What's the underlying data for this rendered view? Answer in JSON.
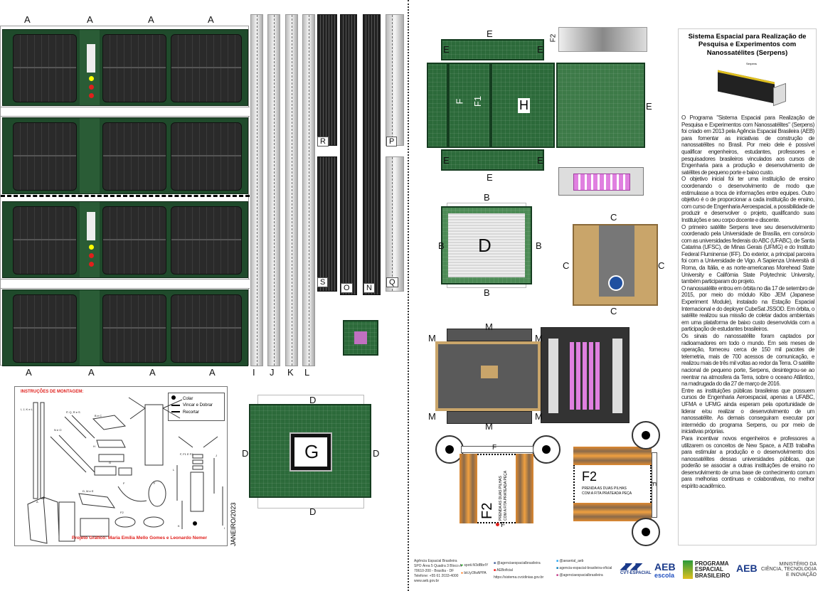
{
  "sheet": {
    "top_tabs": [
      "A",
      "A",
      "A",
      "A"
    ],
    "bottom_tabs": [
      "A",
      "A",
      "A",
      "A"
    ],
    "strip_labels": [
      "I",
      "J",
      "K",
      "L"
    ],
    "dark_labels": {
      "R": "R",
      "S": "S",
      "O": "O",
      "N": "N",
      "P": "P",
      "Q": "Q"
    },
    "side_labels": {
      "L": "L",
      "K": "K",
      "J": "J"
    }
  },
  "parts": {
    "E": "E",
    "F": "F",
    "F1": "F1",
    "H": "H",
    "F2": "F2",
    "B": "B",
    "D": "D",
    "C": "C",
    "M": "M",
    "G": "G",
    "f2_note_line1": "PRENDA AS DUAS PILHAS",
    "f2_note_line2": "COM A FITA PRATEADA PEÇA"
  },
  "instructions": {
    "title": "INSTRUÇÕES DE MONTAGEM:",
    "legend": [
      "Colar",
      "Vincar e Dobrar",
      "Recortar"
    ],
    "labels": [
      "I, J, K e L",
      "P, Q, R e S",
      "B e C",
      "N e O",
      "H",
      "G",
      "D, M e E",
      "F",
      "F",
      "F2",
      "F, F1 E F2",
      "L",
      "J",
      "A",
      "K",
      "I",
      "N",
      "O",
      "C",
      "A",
      "M",
      "H",
      "E",
      "D"
    ],
    "credits": "Projeto Gráfico: Maria Emília Mello Gomes e Leonardo Nemer",
    "date": "JANEIRO/2023"
  },
  "info": {
    "title": "Sistema Espacial para Realização de Pesquisa e Experimentos com Nanossatélites (Serpens)",
    "image_caption": "Serpens",
    "paragraphs": [
      "O Programa \"Sistema Espacial para Realização de Pesquisa e Experimentos com Nanossatélites\" (Serpens) foi criado em 2013 pela Agência Espacial Brasileira (AEB) para fomentar as iniciativas de construção de nanossatélites no Brasil. Por meio dele é possível qualificar engenheiros, estudantes, professores e pesquisadores brasileiros vinculados aos cursos de Engenharia para a produção e desenvolvimento de satélites de pequeno porte e baixo custo.",
      "O objetivo inicial foi ter uma instituição de ensino coordenando o desenvolvimento de modo que estimulasse a troca de informações entre equipes. Outro objetivo é o de proporcionar a cada instituição de ensino, com curso de Engenharia Aeroespacial, a possibilidade de produzir e desenvolver o projeto, qualificando suas Instituições e seu corpo docente e discente.",
      "O primeiro satélite Serpens teve seu desenvolvimento coordenado pela Universidade de Brasília, em consórcio com as universidades federais do ABC (UFABC), de Santa Catarina (UFSC), de Minas Gerais (UFMG) e do Instituto Federal Fluminense (IFF). Do exterior, a principal parceira foi com a Universidade de Vigo. A Sapienza Università di Roma, da Itália, e as norte-americanas Morehead State University e Califórnia State Polytechnic University, também participaram do projeto.",
      "O nanossatélite entrou em órbita no dia 17 de setembro de 2015, por meio do módulo Kibo JEM (Japanese Experiment Module), instalado na Estação Espacial Internacional e do deployer CubeSat JSSOD. Em órbita, o satélite realizou sua missão de coletar dados ambientais em uma plataforma de baixo custo desenvolvida com a participação de estudantes brasileiros.",
      "Os sinais do nanossatélite foram captados por radioamadores em todo o mundo. Em seis meses de operação, forneceu cerca de 150 mil pacotes de telemetria, mais de 700 acessos de comunicação, e realizou mais de três mil voltas ao redor da Terra. O satélite nacional de pequeno porte, Serpens, desintegrou-se ao reentrar na atmosfera da Terra, sobre o oceano Atlântico, na madrugada do dia 27 de março de 2016.",
      "Entre as instituições públicas brasileiras que possuem cursos de Engenharia Aeroespacial, apenas a UFABC, UFMA e UFMG ainda esperam pela oportunidade de liderar e/ou realizar o desenvolvimento de um nanossatélite. As demais conseguiram executar por intermédio do programa Serpens, ou por meio de iniciativas próprias.",
      "Para incentivar novos engenheiros e professores a utilizarem os conceitos de New Space, a AEB trabalha para estimular a produção e o desenvolvimento dos nanossatélites dessas universidades públicas, que poderão se associar a outras instituições de ensino no desenvolvimento de uma base de conhecimento comum para melhorias contínuas e colaborativas, no melhor espírito acadêmico."
    ]
  },
  "footer": {
    "address": [
      "Agência Espacial Brasileira",
      "SPO Área 5 Quadra 3 Bloco A",
      "70610-200 - Brasília - DF",
      "Telefone: +55 61 2033-4000",
      "www.aeb.gov.br"
    ],
    "social": [
      "spoti.fi/3dBbrIY",
      "bit.ly/3fsAPPA",
      "@agenciaespacialbrasileira",
      "AEBoficial",
      "https://sistema.cvcidinias.gov.br",
      "@aeaerial_aeb",
      "agencia-espacial-brasileira-oficial",
      "@agenciaespacialbrasileira"
    ],
    "logos": [
      "CVT-ESPACIAL",
      "AEB",
      "escola",
      "PROGRAMA",
      "ESPACIAL",
      "BRASILEIRO",
      "AEB",
      "MINISTÉRIO DA",
      "CIÊNCIA, TECNOLOGIA",
      "E INOVAÇÃO"
    ]
  },
  "colors": {
    "pcb": "#2c6a3a",
    "accent_red": "#e0201c",
    "orange": "#e08a30"
  }
}
